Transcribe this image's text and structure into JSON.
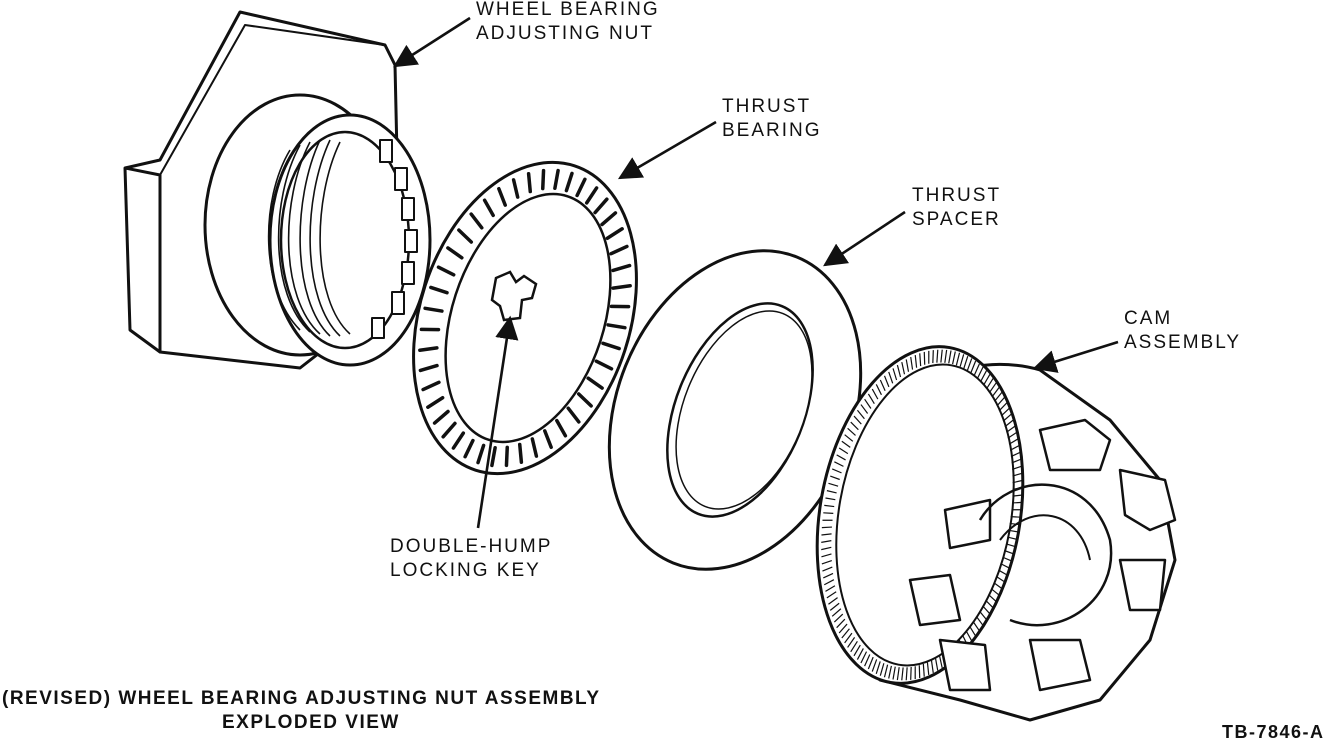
{
  "labels": {
    "nut": [
      "WHEEL BEARING",
      "ADJUSTING NUT"
    ],
    "thrust_bearing": [
      "THRUST",
      "BEARING"
    ],
    "thrust_spacer": [
      "THRUST",
      "SPACER"
    ],
    "cam_assembly": [
      "CAM",
      "ASSEMBLY"
    ],
    "locking_key": [
      "DOUBLE-HUMP",
      "LOCKING KEY"
    ]
  },
  "caption": {
    "line1": "(REVISED) WHEEL BEARING ADJUSTING NUT ASSEMBLY",
    "line2": "EXPLODED VIEW"
  },
  "figure_id": "TB-7846-A"
}
